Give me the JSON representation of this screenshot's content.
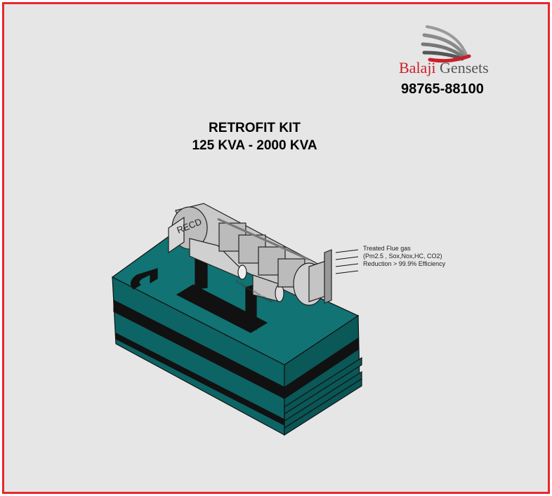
{
  "title": {
    "line1": "RETROFIT KIT",
    "line2": "125 KVA - 2000 KVA"
  },
  "brand": {
    "name_part1": "Balaji",
    "name_part2": "Gensets",
    "phone": "98765-88100"
  },
  "diagram": {
    "recd_label": "RECD",
    "inlet_label": "D.G Exhaust From silencer",
    "outlet": {
      "line1": "Treated Flue gas",
      "line2": "(Pm2.5 , Sox,Nox,HC, CO2)",
      "line3": "Reduction  > 99.9%  Efficiency"
    }
  },
  "colors": {
    "border": "#e8262d",
    "genset": "#0e6b6b",
    "brand_red": "#c8202a"
  }
}
